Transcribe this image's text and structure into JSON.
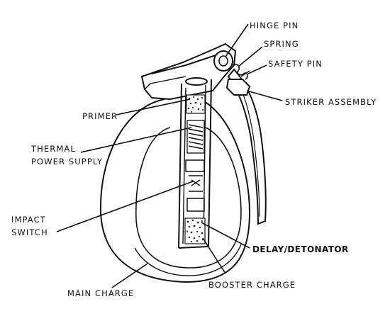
{
  "labels": {
    "hinge_pin": "HINGE PIN",
    "spring": "SPRING",
    "safety_pin": "SAFETY PIN",
    "striker_assembly": "STRIKER ASSEMBLY",
    "primer": "PRIMER",
    "thermal_line1": "THERMAL",
    "thermal_line2": "POWER SUPPLY",
    "impact_line1": "IMPACT",
    "impact_line2": "SWITCH",
    "delay_detonator": "DELAY/DETONATOR",
    "main_charge": "MAIN CHARGE",
    "booster_charge": "BOOSTER CHARGE"
  },
  "colors": {
    "ink": "#111111",
    "paper": "#ffffff",
    "speckle": "#2a2a2a"
  }
}
